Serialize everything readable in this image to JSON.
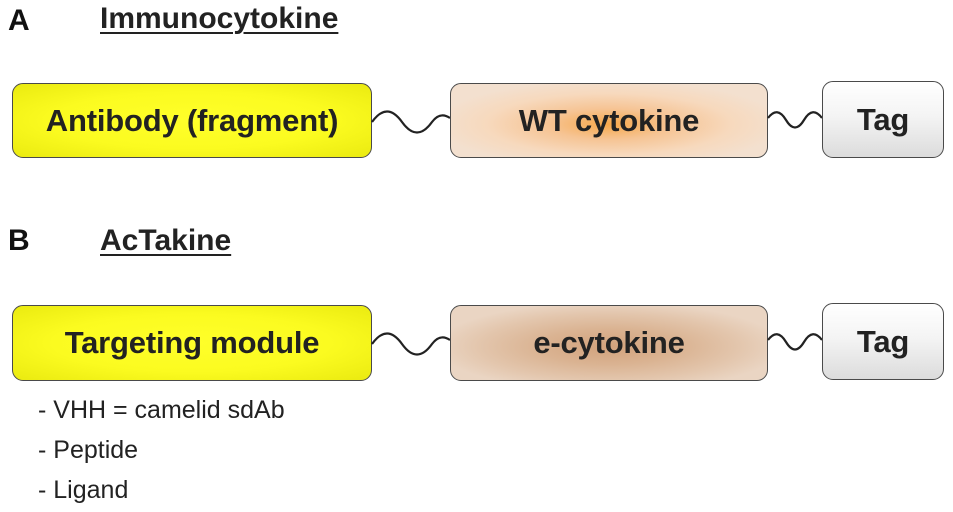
{
  "panel_a": {
    "letter": "A",
    "title": "Immunocytokine",
    "boxes": {
      "antibody": "Antibody (fragment)",
      "cytokine": "WT cytokine",
      "tag": "Tag"
    }
  },
  "panel_b": {
    "letter": "B",
    "title": "AcTakine",
    "boxes": {
      "targeting": "Targeting module",
      "cytokine": "e-cytokine",
      "tag": "Tag"
    },
    "targeting_options": [
      "- VHH = camelid sdAb",
      "- Peptide",
      "- Ligand"
    ]
  },
  "colors": {
    "targeting_box": "#ffff2a",
    "wt_cytokine_center": "#f7a84a",
    "e_cytokine_center": "#d2a27c",
    "tag_box": "#dcdcdc",
    "outline": "#4a4a4a"
  }
}
